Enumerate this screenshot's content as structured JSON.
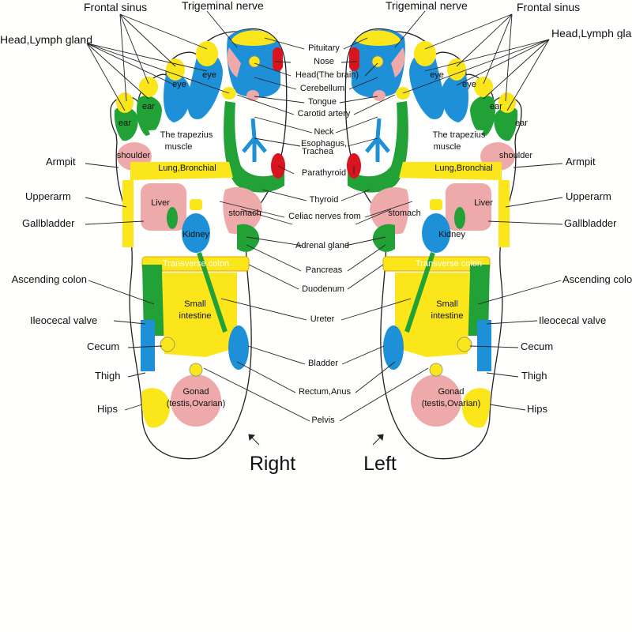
{
  "outer_labels": {
    "frontal_sinus": "Frontal sinus",
    "trigeminal_nerve": "Trigeminal nerve",
    "head_lymph_gland": "Head,Lymph gland",
    "armpit": "Armpit",
    "upperarm": "Upperarm",
    "gallbladder": "Gallbladder",
    "ascending_colon": "Ascending colon",
    "ileocecal_valve": "Ileocecal valve",
    "cecum": "Cecum",
    "thigh": "Thigh",
    "hips": "Hips"
  },
  "center_labels": [
    "Pituitary",
    "Nose",
    "Head(The brain)",
    "Cerebellum",
    "Tongue",
    "Carotid artery",
    "Neck",
    "Esophagus,",
    "Trachea",
    "Parathyroid",
    "Thyroid",
    "Celiac nerves from",
    "Adrenal gland",
    "Pancreas",
    "Duodenum",
    "Ureter",
    "Bladder",
    "Rectum,Anus",
    "Pelvis"
  ],
  "zone_labels": {
    "eye": "eye",
    "ear": "ear",
    "trapezius_1": "The trapezius",
    "trapezius_2": "muscle",
    "shoulder": "shoulder",
    "lung": "Lung,Bronchial",
    "liver": "Liver",
    "stomach": "stomach",
    "kidney": "Kidney",
    "transverse_colon": "Transverse colon",
    "small_intestine_1": "Small",
    "small_intestine_2": "intestine",
    "gonad_1": "Gonad",
    "gonad_2": "(testis,Ovarian)"
  },
  "foot_labels": {
    "right": "Right",
    "left": "Left"
  },
  "colors": {
    "yellow": "#fbe51b",
    "blue": "#1e90d8",
    "green": "#22a136",
    "pink": "#eeaaaa",
    "red": "#d8141e",
    "outline": "#222222"
  }
}
